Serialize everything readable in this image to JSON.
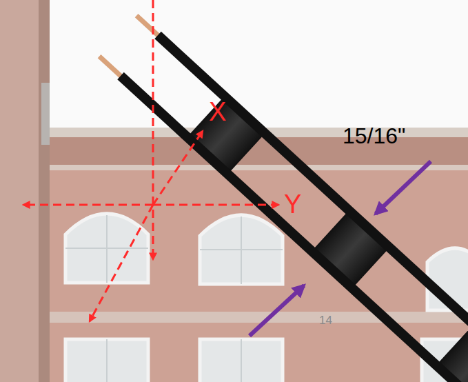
{
  "diagram": {
    "labels": [
      "X",
      "Y",
      "15/16\"",
      "14"
    ]
  }
}
